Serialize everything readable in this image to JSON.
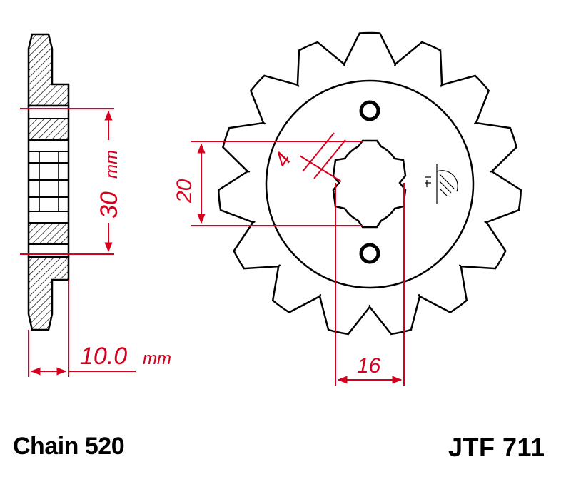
{
  "dimensions": {
    "pitch_diameter_label": "30",
    "pitch_unit": "mm",
    "width_label": "10.0",
    "width_unit": "mm",
    "spline_width_label": "16",
    "spline_height_label": "20",
    "key_width_label": "4"
  },
  "footer": {
    "chain_label": "Chain 520",
    "part_number": "JTF 711"
  },
  "colors": {
    "outline": "#000000",
    "dimension": "#d6001c",
    "hatch_fill": "#ffffff"
  },
  "sprocket": {
    "teeth": 15
  }
}
